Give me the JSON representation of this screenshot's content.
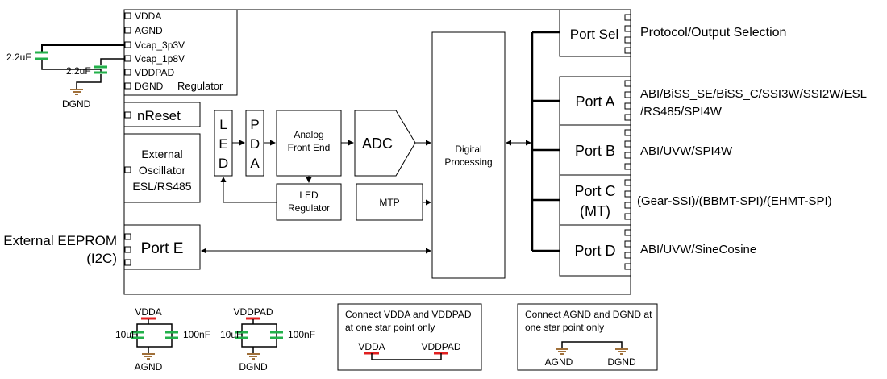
{
  "regulator": {
    "pins": [
      "VDDA",
      "AGND",
      "Vcap_3p3V",
      "Vcap_1p8V",
      "VDDPAD",
      "DGND"
    ],
    "label": "Regulator",
    "cap_3p3": "2.2uF",
    "cap_1p8": "2.2uF",
    "ground": "DGND"
  },
  "nreset": "nReset",
  "oscillator": {
    "line1": "External",
    "line2": "Oscillator",
    "line3": "ESL/RS485"
  },
  "led_letters": [
    "L",
    "E",
    "D"
  ],
  "pda_letters": [
    "P",
    "D",
    "A"
  ],
  "afe": {
    "line1": "Analog",
    "line2": "Front End"
  },
  "adc": "ADC",
  "led_regulator": {
    "line1": "LED",
    "line2": "Regulator"
  },
  "mtp": "MTP",
  "digital": {
    "line1": "Digital",
    "line2": "Processing"
  },
  "port_e": "Port E",
  "eeprom": {
    "line1": "External EEPROM",
    "line2": "(I2C)"
  },
  "ports": {
    "sel": {
      "label": "Port Sel",
      "desc": "Protocol/Output Selection"
    },
    "a": {
      "label": "Port A",
      "desc1": "ABI/BiSS_SE/BiSS_C/SSI3W/SSI2W/ESL",
      "desc2": "/RS485/SPI4W"
    },
    "b": {
      "label": "Port B",
      "desc": "ABI/UVW/SPI4W"
    },
    "c": {
      "label1": "Port C",
      "label2": "(MT)",
      "desc": "(Gear-SSI)/(BBMT-SPI)/(EHMT-SPI)"
    },
    "d": {
      "label": "Port D",
      "desc": "ABI/UVW/SineCosine"
    }
  },
  "decoupling_vdda": {
    "supply": "VDDA",
    "cap1": "10uF",
    "cap2": "100nF",
    "ground": "AGND"
  },
  "decoupling_vddpad": {
    "supply": "VDDPAD",
    "cap1": "10uF",
    "cap2": "100nF",
    "ground": "DGND"
  },
  "note_power": {
    "line1": "Connect VDDA and VDDPAD",
    "line2": "at one star point only",
    "left": "VDDA",
    "right": "VDDPAD"
  },
  "note_ground": {
    "line1": "Connect AGND and DGND at",
    "line2": "one star point only",
    "left": "AGND",
    "right": "DGND"
  },
  "colors": {
    "cap": "#22b04a",
    "supply": "#e02020",
    "ground": "#a0703a"
  }
}
